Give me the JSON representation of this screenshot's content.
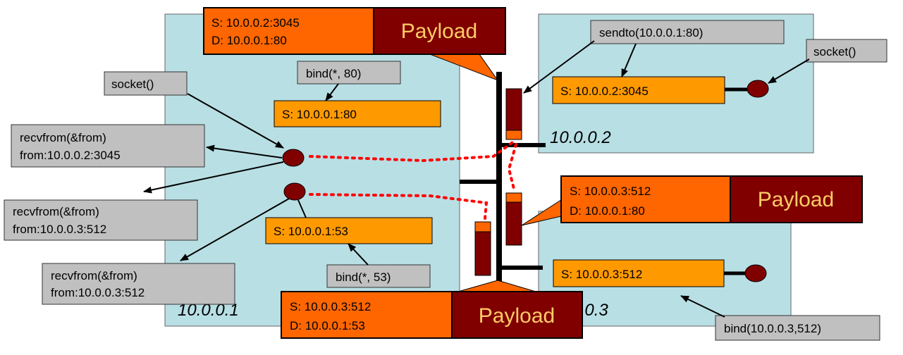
{
  "hosts": {
    "a": "10.0.0.1",
    "b": "10.0.0.2",
    "c": "10.0.0.3"
  },
  "packets": {
    "top": {
      "src": "S: 10.0.0.2:3045",
      "dst": "D: 10.0.0.1:80",
      "payload": "Payload"
    },
    "right": {
      "src": "S: 10.0.0.3:512",
      "dst": "D: 10.0.0.1:80",
      "payload": "Payload"
    },
    "bottom": {
      "src": "S: 10.0.0.3:512",
      "dst": "D: 10.0.0.1:53",
      "payload": "Payload"
    }
  },
  "sockets": {
    "a80": "S: 10.0.0.1:80",
    "a53": "S: 10.0.0.1:53",
    "b": "S: 10.0.0.2:3045",
    "c": "S: 10.0.0.3:512"
  },
  "calls": {
    "socket_left": "socket()",
    "bind80": "bind(*, 80)",
    "recv1_line1": "recvfrom(&from)",
    "recv1_line2": "from:10.0.0.2:3045",
    "recv2_line1": "recvfrom(&from)",
    "recv2_line2": "from:10.0.0.3:512",
    "recv3_line1": "recvfrom(&from)",
    "recv3_line2": "from:10.0.0.3:512",
    "bind53": "bind(*, 53)",
    "sendto": "sendto(10.0.0.1:80)",
    "socket_right": "socket()",
    "bind_c": "bind(10.0.0.3,512)"
  },
  "colors": {
    "host_bg": "#b8dfe4",
    "socket_box": "#ff9900",
    "header": "#ff6600",
    "payload": "#800000",
    "callout": "#c0c0c0",
    "endpoint": "#800000",
    "dotted": "#ff0000"
  }
}
